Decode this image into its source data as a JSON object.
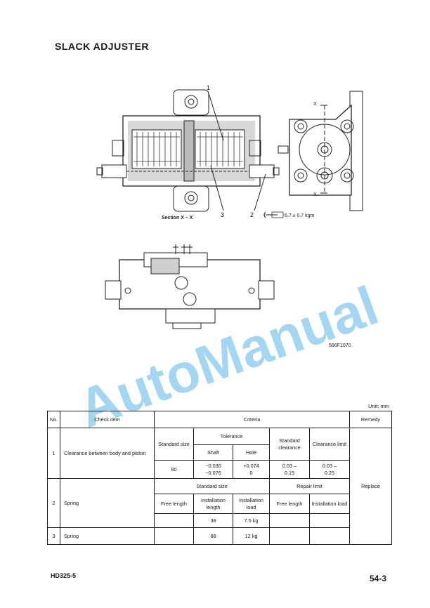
{
  "page": {
    "title": "SLACK ADJUSTER",
    "footer_model": "HD325-5",
    "footer_page": "54-3"
  },
  "figure": {
    "callout_1": "1",
    "callout_2": "2",
    "callout_3": "3",
    "section_label": "Section X – X",
    "x_mark_top": "X",
    "x_mark_bottom": "X",
    "torque_value": "6.7 ± 0.7 kgm",
    "figure_code": "566F1070"
  },
  "watermark": {
    "text": "AutoManual",
    "color": "#5ab4e6"
  },
  "table": {
    "unit": "Unit:  mm",
    "headers": {
      "no": "No.",
      "check_item": "Check item",
      "criteria": "Criteria",
      "remedy": "Remedy"
    },
    "row1": {
      "no": "1",
      "item": "Clearance between body and piston",
      "standard_size_label": "Standard size",
      "tolerance_label": "Tolerance",
      "shaft_label": "Shaft",
      "hole_label": "Hole",
      "standard_clearance_label": "Standard clearance",
      "clearance_limit_label": "Clearance limit",
      "standard_size": "80",
      "shaft_tol_1": "−0.030",
      "shaft_tol_2": "−0.076",
      "hole_tol_1": "+0.074",
      "hole_tol_2": "0",
      "std_clearance_1": "0.03 –",
      "std_clearance_2": "0.15",
      "clearance_limit_1": "0.03 –",
      "clearance_limit_2": "0.25"
    },
    "row2": {
      "no": "2",
      "item": "Spring",
      "standard_size_label": "Standard size",
      "repair_limit_label": "Repair limit",
      "free_length_label": "Free length",
      "installation_length_label": "Installation length",
      "installation_load_label": "Installation load",
      "repair_free_length_label": "Free length",
      "repair_installation_load_label": "Installation load",
      "installation_length": "38",
      "installation_load": "7.5 kg"
    },
    "row3": {
      "no": "3",
      "item": "Spring",
      "installation_length": "88",
      "installation_load": "12 kg"
    },
    "remedy": "Replace"
  }
}
